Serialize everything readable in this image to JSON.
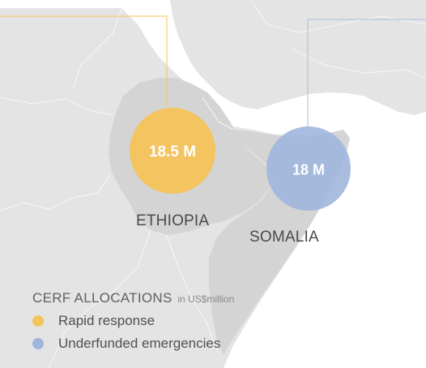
{
  "colors": {
    "rapid_response": "#F4C35A",
    "underfunded": "#9EB6DD",
    "leader_rapid": "#F4C35A",
    "leader_underfunded": "#A8BEDC",
    "land": "#E4E4E4",
    "highlight_land": "#D4D4D4",
    "water": "#FFFFFF"
  },
  "countries": [
    {
      "id": "ethiopia",
      "name": "ETHIOPIA",
      "category": "rapid_response",
      "value": 18.5,
      "value_label": "18.5 M"
    },
    {
      "id": "somalia",
      "name": "SOMALIA",
      "category": "underfunded",
      "value": 18,
      "value_label": "18 M"
    }
  ],
  "legend": {
    "title": "CERF ALLOCATIONS",
    "unit": "in US$million",
    "items": [
      {
        "key": "rapid_response",
        "label": "Rapid response",
        "icon": "circle-marker-icon"
      },
      {
        "key": "underfunded",
        "label": "Underfunded emergencies",
        "icon": "circle-marker-icon"
      }
    ]
  }
}
